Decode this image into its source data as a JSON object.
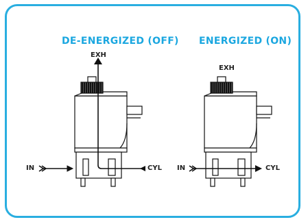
{
  "diagram": {
    "accent_color": "#29aee0",
    "heading_color": "#1ba7e0",
    "states": [
      {
        "title": "DE-ENERGIZED (OFF)",
        "labels": {
          "exhaust": "EXH",
          "inlet": "IN",
          "outlet": "CYL"
        }
      },
      {
        "title": "ENERGIZED (ON)",
        "labels": {
          "exhaust": "EXH",
          "inlet": "IN",
          "outlet": "CYL"
        }
      }
    ]
  }
}
